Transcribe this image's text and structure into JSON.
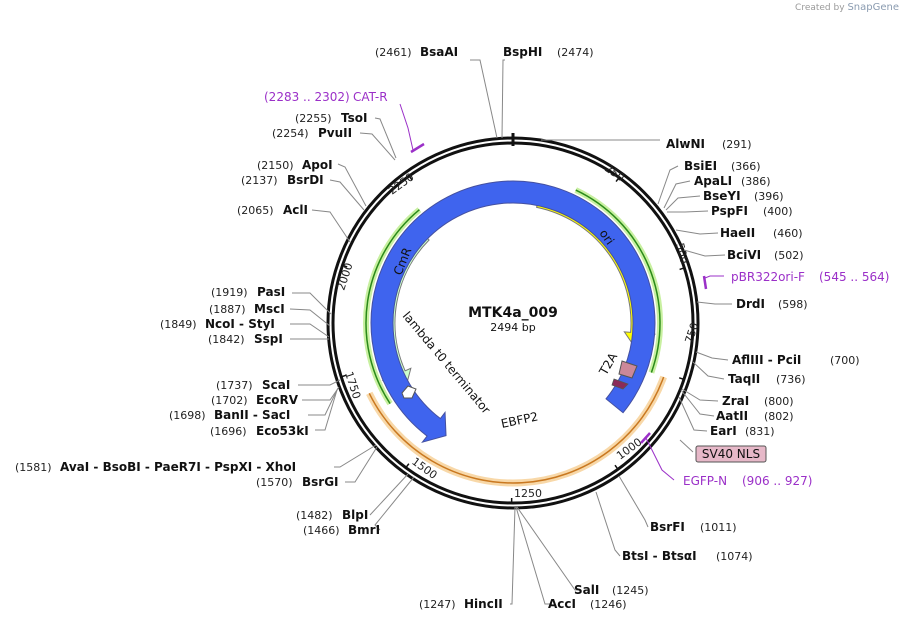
{
  "app": {
    "credit_prefix": "Created by",
    "credit_brand": "SnapGene"
  },
  "plasmid": {
    "name": "MTK4a_009",
    "length_label": "2494 bp",
    "length": 2494
  },
  "ticks": [
    "250",
    "500",
    "750",
    "1000",
    "1250",
    "1500",
    "1750",
    "2000",
    "2250"
  ],
  "features": [
    {
      "name": "ori",
      "color": "#ffff00"
    },
    {
      "name": "CmR",
      "color": "#ccffcc"
    },
    {
      "name": "EBFP2",
      "color": "#3f64ee"
    },
    {
      "name": "T2A",
      "color": "#cc8899"
    },
    {
      "name": "lambda t0 terminator",
      "color": "#ffffff"
    },
    {
      "name": "SV40 NLS",
      "color": "#e6b8c8"
    }
  ],
  "primers": [
    {
      "name": "CAT-R",
      "range": "(2283 .. 2302)"
    },
    {
      "name": "pBR322ori-F",
      "range": "(545 .. 564)"
    },
    {
      "name": "EGFP-N",
      "range": "(906 .. 927)"
    }
  ],
  "sites": [
    {
      "pos": "(2461)",
      "name": "BsaAI"
    },
    {
      "pos": "(2474)",
      "name": "BspHI"
    },
    {
      "pos": "(291)",
      "name": "AlwNI"
    },
    {
      "pos": "(366)",
      "name": "BsiEI"
    },
    {
      "pos": "(386)",
      "name": "ApaLI"
    },
    {
      "pos": "(396)",
      "name": "BseYI"
    },
    {
      "pos": "(400)",
      "name": "PspFI"
    },
    {
      "pos": "(460)",
      "name": "HaeII"
    },
    {
      "pos": "(502)",
      "name": "BciVI"
    },
    {
      "pos": "(598)",
      "name": "DrdI"
    },
    {
      "pos": "(700)",
      "name": "AflIII  -  PciI"
    },
    {
      "pos": "(736)",
      "name": "TaqII"
    },
    {
      "pos": "(800)",
      "name": "ZraI"
    },
    {
      "pos": "(802)",
      "name": "AatII"
    },
    {
      "pos": "(831)",
      "name": "EarI"
    },
    {
      "pos": "(1011)",
      "name": "BsrFI"
    },
    {
      "pos": "(1074)",
      "name": "BtsI  -  BtsαI"
    },
    {
      "pos": "(1245)",
      "name": "SalI"
    },
    {
      "pos": "(1246)",
      "name": "AccI"
    },
    {
      "pos": "(1247)",
      "name": "HincII"
    },
    {
      "pos": "(1466)",
      "name": "BmrI"
    },
    {
      "pos": "(1482)",
      "name": "BlpI"
    },
    {
      "pos": "(1570)",
      "name": "BsrGI"
    },
    {
      "pos": "(1581)",
      "name": "AvaI  -  BsoBI  -  PaeR7I  -  PspXI  -  XhoI"
    },
    {
      "pos": "(1696)",
      "name": "Eco53kI"
    },
    {
      "pos": "(1698)",
      "name": "BanII  -  SacI"
    },
    {
      "pos": "(1702)",
      "name": "EcoRV"
    },
    {
      "pos": "(1737)",
      "name": "ScaI"
    },
    {
      "pos": "(1842)",
      "name": "SspI"
    },
    {
      "pos": "(1849)",
      "name": "NcoI  -  StyI"
    },
    {
      "pos": "(1887)",
      "name": "MscI"
    },
    {
      "pos": "(1919)",
      "name": "PasI"
    },
    {
      "pos": "(2065)",
      "name": "AclI"
    },
    {
      "pos": "(2137)",
      "name": "BsrDI"
    },
    {
      "pos": "(2150)",
      "name": "ApoI"
    },
    {
      "pos": "(2254)",
      "name": "PvuII"
    },
    {
      "pos": "(2255)",
      "name": "TsoI"
    }
  ]
}
